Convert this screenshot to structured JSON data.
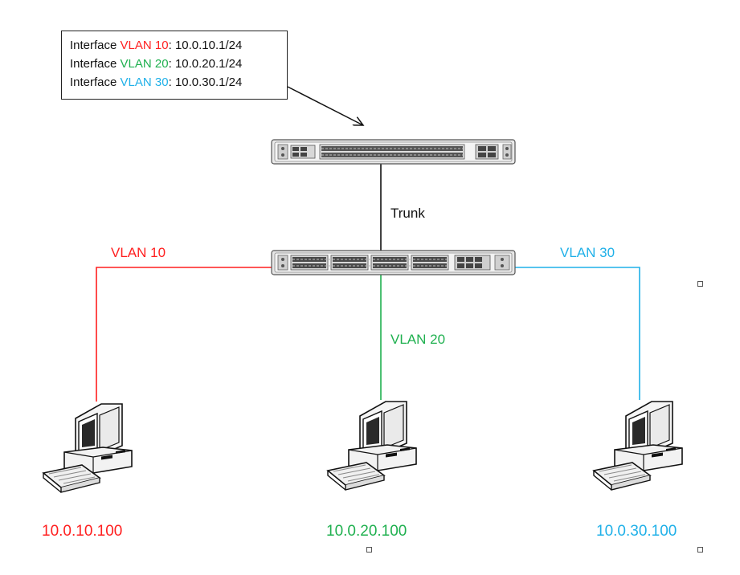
{
  "colors": {
    "vlan10": "#ff1f1f",
    "vlan20": "#1fb04f",
    "vlan30": "#1fb0e8",
    "trunk": "#111111"
  },
  "note": {
    "lines": [
      {
        "prefix": "Interface ",
        "vlan": "VLAN 10",
        "sep": ": ",
        "ip": "10.0.10.1/24"
      },
      {
        "prefix": "Interface ",
        "vlan": "VLAN 20",
        "sep": ": ",
        "ip": "10.0.20.1/24"
      },
      {
        "prefix": "Interface ",
        "vlan": "VLAN 30",
        "sep": ": ",
        "ip": "10.0.30.1/24"
      }
    ]
  },
  "links": {
    "trunk": "Trunk",
    "vlan10": "VLAN 10",
    "vlan20": "VLAN 20",
    "vlan30": "VLAN 30"
  },
  "hosts": [
    {
      "ip": "10.0.10.100",
      "vlan": "vlan10"
    },
    {
      "ip": "10.0.20.100",
      "vlan": "vlan20"
    },
    {
      "ip": "10.0.30.100",
      "vlan": "vlan30"
    }
  ],
  "icons": {
    "core_switch": "layer3-switch-icon",
    "access_switch": "access-switch-icon",
    "pc": "desktop-computer-icon"
  }
}
